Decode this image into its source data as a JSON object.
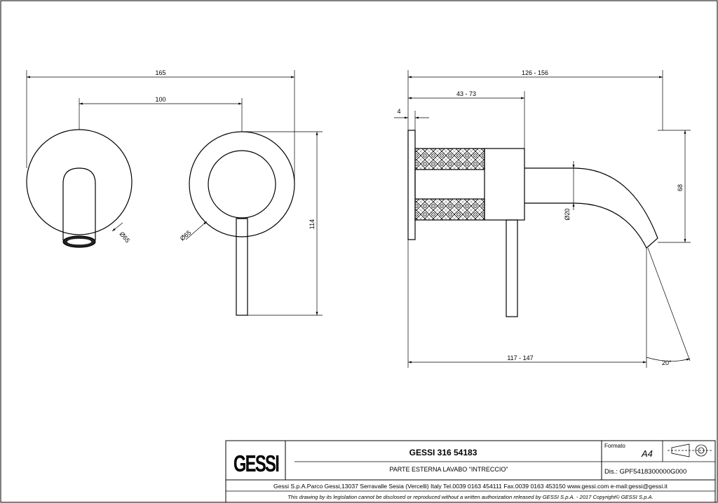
{
  "front_view": {
    "dim_overall_width": "165",
    "dim_centers": "100",
    "dim_height": "114",
    "dia_spout_rosette": "Ø65",
    "dia_handle_rosette": "Ø65"
  },
  "side_view": {
    "dim_overall_length": "126 - 156",
    "dim_body_length": "43 - 73",
    "dim_plate": "4",
    "dim_spout_height": "68",
    "dia_spout": "Ø20",
    "dim_spout_reach": "117 - 147",
    "angle_label": "20°"
  },
  "title_block": {
    "logo": "GESSI",
    "product_code": "GESSI 316 54183",
    "description": "PARTE ESTERNA LAVABO \"INTRECCIO\"",
    "format_label": "Formato",
    "format_value": "A4",
    "drawing_number": "Dis.: GPF5418300000G000",
    "company_line": "Gessi S.p.A.Parco Gessi,13037 Serravalle Sesia (Vercelli) Italy Tel.0039 0163 454111 Fax.0039 0163 453150 www.gessi.com e-mail:gessi@gessi.it",
    "disclaimer": "This drawing by its legislation cannot be disclosed or reproduced without a written authorization released by GESSI S.p.A. - 2017 Copyright© GESSI S.p.A."
  },
  "colors": {
    "line": "#000000",
    "background": "#ffffff"
  }
}
